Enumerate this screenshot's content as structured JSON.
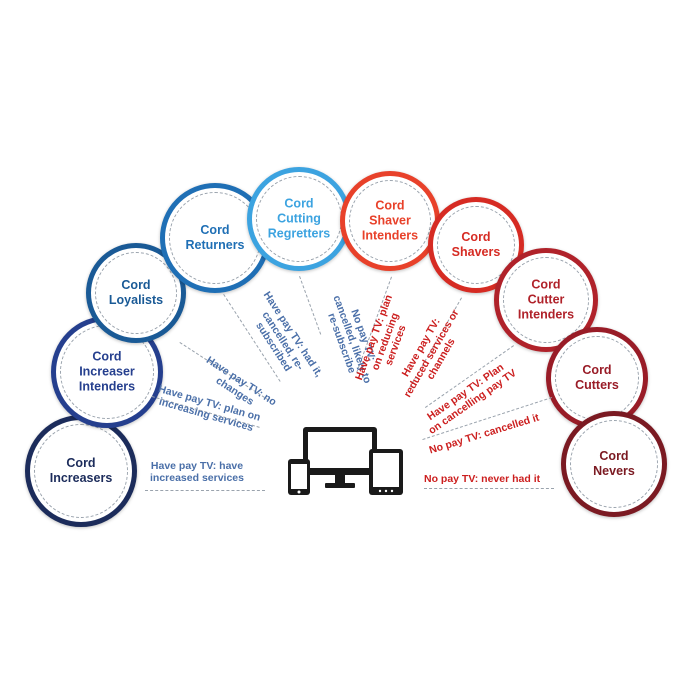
{
  "colors": {
    "increasers": "#1c2c5b",
    "increaser_intenders": "#253f8e",
    "loyalists": "#1a5a96",
    "returners": "#1f6fb5",
    "regretters": "#3ca3e0",
    "shaver_intenders": "#e8412a",
    "shavers": "#d62b23",
    "cutter_intenders": "#b0222a",
    "cutters": "#991c27",
    "nevers": "#7b1a22",
    "desc_blue": "#4a6fa8",
    "desc_red": "#cc1f1f",
    "device": "#1a1a1a"
  },
  "segments": [
    {
      "key": "increasers",
      "name": "Cord\nIncreasers",
      "description": "Have pay TV: have\nincreased services"
    },
    {
      "key": "increaser_intenders",
      "name": "Cord\nIncreaser\nIntenders",
      "description": "Have pay TV: plan on\nincreasing services"
    },
    {
      "key": "loyalists",
      "name": "Cord\nLoyalists",
      "description": "Have pay TV: no\nchanges"
    },
    {
      "key": "returners",
      "name": "Cord\nReturners",
      "description": "Have pay TV: had it,\ncancelled, re-\nsubscribed"
    },
    {
      "key": "regretters",
      "name": "Cord\nCutting\nRegretters",
      "description": "No pay TV:\ncancelled, likely to\nre-subscribe"
    },
    {
      "key": "shaver_intenders",
      "name": "Cord\nShaver\nIntenders",
      "description": "Have pay TV: plan\non reducing\nservices"
    },
    {
      "key": "shavers",
      "name": "Cord\nShavers",
      "description": "Have pay TV:\nreduced services or\nchannels"
    },
    {
      "key": "cutter_intenders",
      "name": "Cord\nCutter\nIntenders",
      "description": "Have pay TV: Plan\non cancelling pay TV"
    },
    {
      "key": "cutters",
      "name": "Cord\nCutters",
      "description": "No pay TV: cancelled it"
    },
    {
      "key": "nevers",
      "name": "Cord\nNevers",
      "description": "No pay TV: never had it"
    }
  ],
  "icons": [
    "smartphone-icon",
    "desktop-monitor-icon",
    "tablet-icon"
  ]
}
